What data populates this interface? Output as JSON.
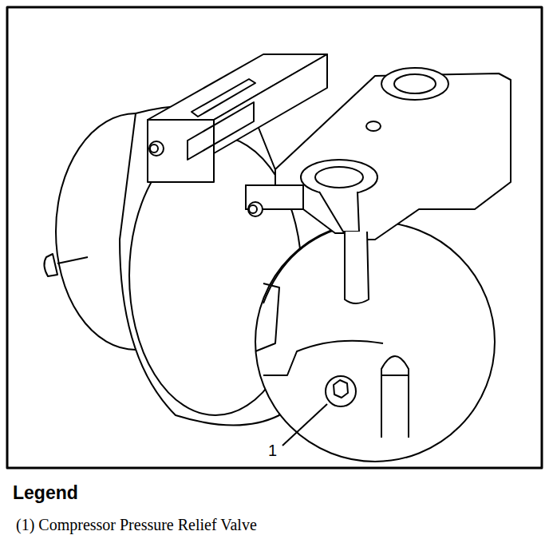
{
  "diagram": {
    "labels": [
      "1",
      "Legend"
    ],
    "legend": [
      {
        "text": "(1) Compressor Pressure Relief Valve"
      }
    ]
  }
}
